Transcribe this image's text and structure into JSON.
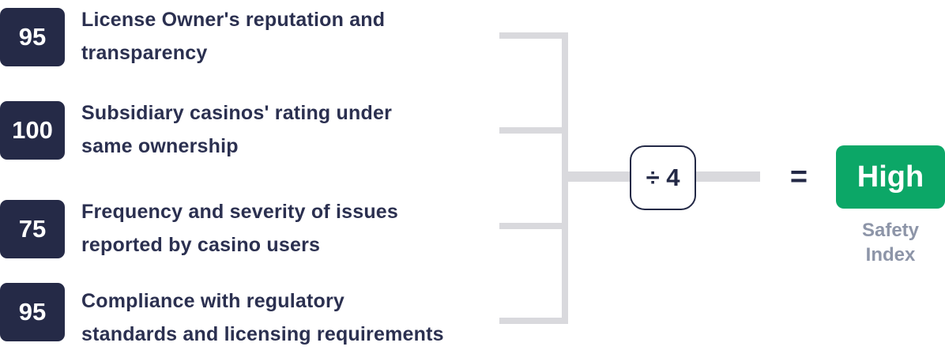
{
  "diagram": {
    "title_semantic": "Safety Index calculation diagram",
    "criteria": [
      {
        "score": "95",
        "label_line1": "License Owner's reputation and",
        "label_line2": "transparency"
      },
      {
        "score": "100",
        "label_line1": "Subsidiary casinos' rating under",
        "label_line2": "same ownership"
      },
      {
        "score": "75",
        "label_line1": "Frequency and severity of issues",
        "label_line2": "reported by casino users"
      },
      {
        "score": "95",
        "label_line1": "Compliance with regulatory",
        "label_line2": "standards and licensing requirements"
      }
    ],
    "operation": {
      "divide_label": "÷ 4",
      "equals_sign": "="
    },
    "result": {
      "badge_label": "High",
      "caption_line1": "Safety",
      "caption_line2": "Index"
    },
    "colors": {
      "score_box_navy": "#252a47",
      "label_navy": "#2b3050",
      "connector_gray": "#d9d9dd",
      "badge_green": "#0ca767",
      "caption_gray": "#8d95a8",
      "operator_navy": "#232946",
      "background": "#ffffff"
    }
  }
}
